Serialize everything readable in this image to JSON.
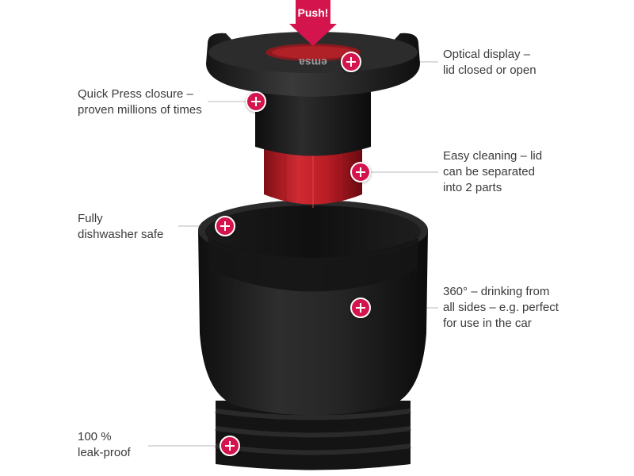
{
  "product": {
    "push_label": "Push!",
    "lid_logo_text": "emsa",
    "accent_color": "#d4144d",
    "body_color": "#1c1c1c",
    "insert_color": "#c81e28"
  },
  "callouts": [
    {
      "id": "optical-display",
      "lines": [
        "Optical display –",
        "lid closed or open"
      ]
    },
    {
      "id": "quick-press",
      "lines": [
        "Quick Press closure –",
        "proven millions of times"
      ]
    },
    {
      "id": "easy-cleaning",
      "lines": [
        "Easy cleaning – lid",
        "can be separated",
        "into 2 parts"
      ]
    },
    {
      "id": "dishwasher",
      "lines": [
        "Fully",
        "dishwasher safe"
      ]
    },
    {
      "id": "drinking-360",
      "lines": [
        "360° – drinking from",
        "all sides – e.g. perfect",
        "for use in the car"
      ]
    },
    {
      "id": "leak-proof",
      "lines": [
        "100 %",
        "leak-proof"
      ]
    }
  ]
}
